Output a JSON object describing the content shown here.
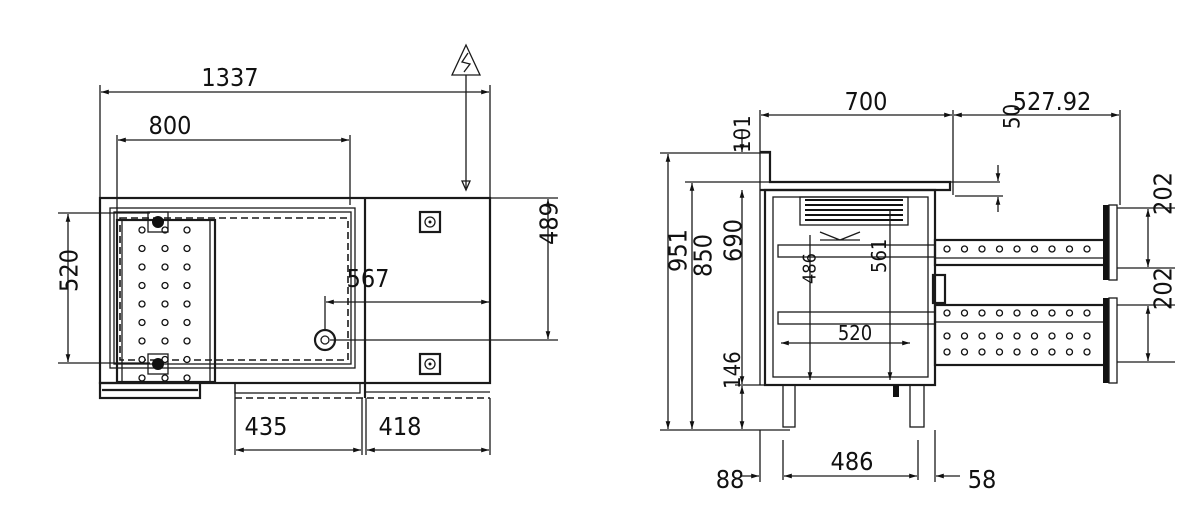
{
  "top_view": {
    "overall_width": "1337",
    "compartment_width": "800",
    "depth_left": "520",
    "depth_right": "489",
    "drain_offset": "567",
    "door_width": "435",
    "side_width": "418",
    "warning_icon": "electrical-hazard-triangle"
  },
  "side_view": {
    "cabinet_depth": "700",
    "drawer_extension": "527.92",
    "top_thickness": "101",
    "offset_top": "50",
    "total_height": "951",
    "worktop_height": "850",
    "body_height": "690",
    "leg_height": "146",
    "inner_depth": "520",
    "drawer_inner_height": "486",
    "inner_height": "561",
    "leg_spacing": "486",
    "rear_offset": "88",
    "front_offset": "58",
    "drawer_height_upper": "202",
    "drawer_height_lower": "202"
  },
  "colors": {
    "line": "#1a1a1a",
    "background": "#ffffff"
  }
}
